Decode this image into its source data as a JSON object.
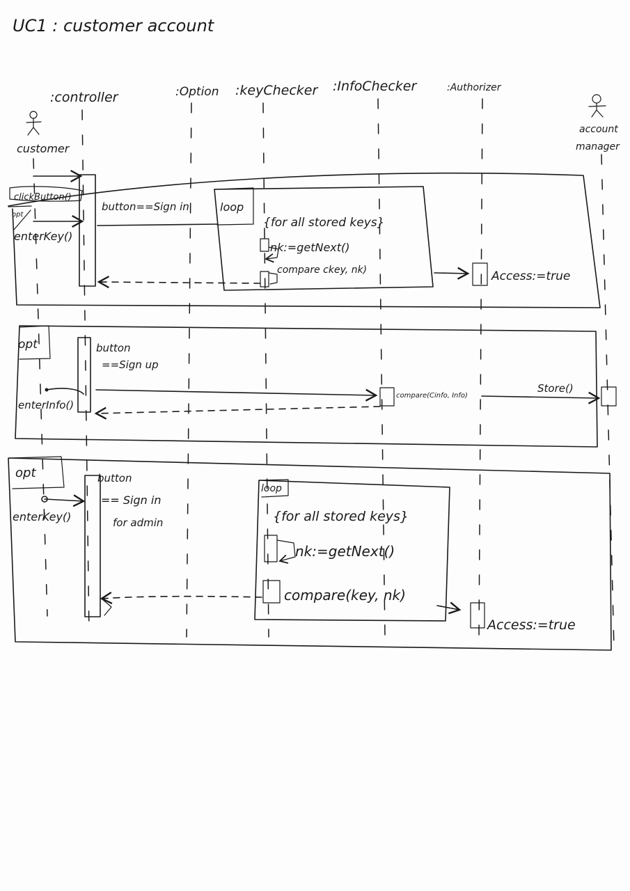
{
  "title": "UC1 : customer account",
  "participants": {
    "controller": ":controller",
    "option": ":Option",
    "keychecker": ":keyChecker",
    "infochecker": ":InfoChecker",
    "authorizer": ":Authorizer"
  },
  "actors": {
    "customer": "customer",
    "manager_line1": "account",
    "manager_line2": "manager"
  },
  "frame1": {
    "op": "opt",
    "msg_click": "clickButton()",
    "msg_enterkey": "enterKey()",
    "guard": "button==Sign in",
    "loop": "loop",
    "loop_guard": "{for all stored keys}",
    "msg_getnext": "nk:=getNext()",
    "msg_compare": "compare ckey, nk)",
    "access": "Access:=true"
  },
  "frame2": {
    "op": "opt",
    "guard_line1": "button",
    "guard_line2": "==Sign up",
    "msg_enterinfo": "enterInfo()",
    "msg_compareinfo": "compare(Cinfo, Info)",
    "msg_store": "Store()"
  },
  "frame3": {
    "op": "opt",
    "guard_line1": "button",
    "guard_line2": "== Sign in",
    "guard_line3": "for admin",
    "msg_enterkey": "enterKey()",
    "loop": "loop",
    "loop_guard": "{for all stored keys}",
    "msg_getnext": "nk:=getNext()",
    "msg_compare": "compare(key, nk)",
    "access": "Access:=true"
  }
}
